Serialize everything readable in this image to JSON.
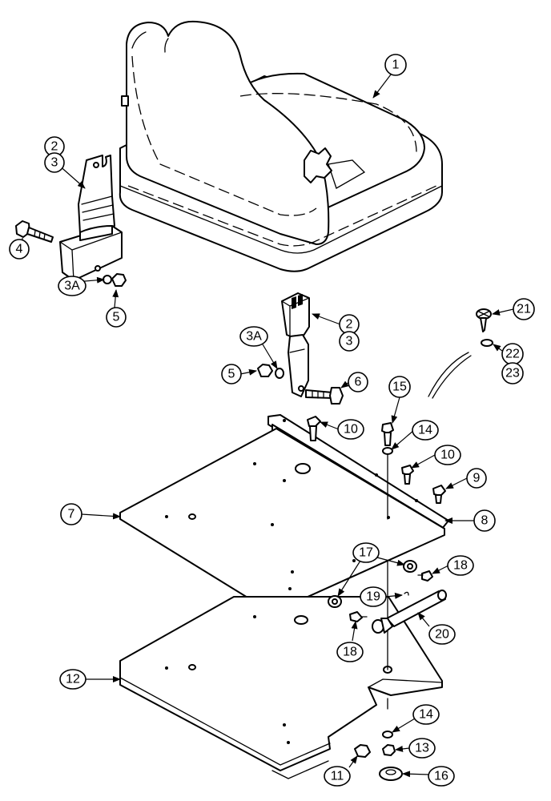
{
  "callouts": {
    "c1": "1",
    "c2a": "2",
    "c3a": "3",
    "c4": "4",
    "c3Aa": "3A",
    "c5a": "5",
    "c2b": "2",
    "c3b": "3",
    "c3Ab": "3A",
    "c5b": "5",
    "c6": "6",
    "c21": "21",
    "c22": "22",
    "c23": "23",
    "c15": "15",
    "c10a": "10",
    "c14a": "14",
    "c10b": "10",
    "c9": "9",
    "c7": "7",
    "c8": "8",
    "c17": "17",
    "c18a": "18",
    "c19": "19",
    "c18b": "18",
    "c20": "20",
    "c12": "12",
    "c14b": "14",
    "c13": "13",
    "c11": "11",
    "c16": "16"
  }
}
